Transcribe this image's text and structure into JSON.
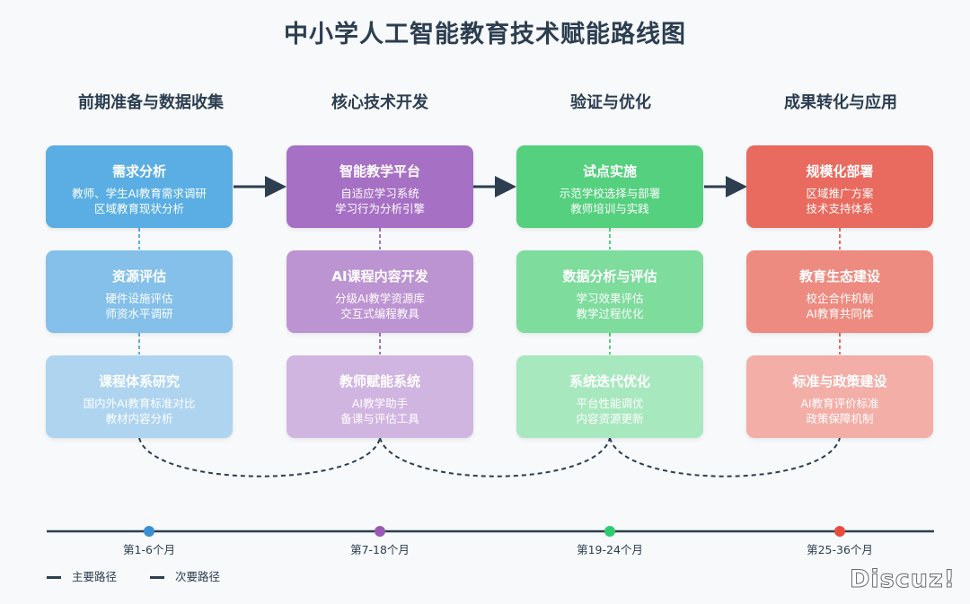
{
  "title": "中小学人工智能教育技术赋能路线图",
  "phases": [
    {
      "label": "前期准备与数据收集",
      "bg": "#d5e6f5"
    },
    {
      "label": "核心技术开发",
      "bg": "#e8dcec"
    },
    {
      "label": "验证与优化",
      "bg": "#d3efe2"
    },
    {
      "label": "成果转化与应用",
      "bg": "#f5d8d8"
    }
  ],
  "columns": [
    {
      "cards": [
        {
          "title": "需求分析",
          "lines": [
            "教师、学生AI教育需求调研",
            "区域教育现状分析"
          ],
          "color": "#5aaee3"
        },
        {
          "title": "资源评估",
          "lines": [
            "硬件设施评估",
            "师资水平调研"
          ],
          "color": "#84c0ea"
        },
        {
          "title": "课程体系研究",
          "lines": [
            "国内外AI教育标准对比",
            "教材内容分析"
          ],
          "color": "#aed4f0"
        }
      ]
    },
    {
      "cards": [
        {
          "title": "智能教学平台",
          "lines": [
            "自适应学习系统",
            "学习行为分析引擎"
          ],
          "color": "#a670c4"
        },
        {
          "title": "AI课程内容开发",
          "lines": [
            "分级AI教学资源库",
            "交互式编程教具"
          ],
          "color": "#bd94d2"
        },
        {
          "title": "教师赋能系统",
          "lines": [
            "AI教学助手",
            "备课与评估工具"
          ],
          "color": "#d1b5e1"
        }
      ]
    },
    {
      "cards": [
        {
          "title": "试点实施",
          "lines": [
            "示范学校选择与部署",
            "教师培训与实践"
          ],
          "color": "#55d07e"
        },
        {
          "title": "数据分析与评估",
          "lines": [
            "学习效果评估",
            "教学过程优化"
          ],
          "color": "#7edc9d"
        },
        {
          "title": "系统迭代优化",
          "lines": [
            "平台性能调优",
            "内容资源更新"
          ],
          "color": "#a8e8bf"
        }
      ]
    },
    {
      "cards": [
        {
          "title": "规模化部署",
          "lines": [
            "区域推广方案",
            "技术支持体系"
          ],
          "color": "#e96a5e"
        },
        {
          "title": "教育生态建设",
          "lines": [
            "校企合作机制",
            "AI教育共同体"
          ],
          "color": "#ee8b80"
        },
        {
          "title": "标准与政策建设",
          "lines": [
            "AI教育评价标准",
            "政策保障机制"
          ],
          "color": "#f3aea7"
        }
      ]
    }
  ],
  "timeline": {
    "milestones": [
      {
        "label": "第1-6个月",
        "color": "#3a8fd3"
      },
      {
        "label": "第7-18个月",
        "color": "#9b59b6"
      },
      {
        "label": "第19-24个月",
        "color": "#2ecc71"
      },
      {
        "label": "第25-36个月",
        "color": "#e74c3c"
      }
    ]
  },
  "legend": {
    "primary": "主要路径",
    "secondary": "次要路径"
  },
  "watermark": "Discuz!",
  "colors": {
    "line": "#2c3e50",
    "dash_blue": "#5aaee3",
    "dash_purple": "#a670c4",
    "dash_green": "#55d07e",
    "dash_red": "#e96a5e"
  }
}
